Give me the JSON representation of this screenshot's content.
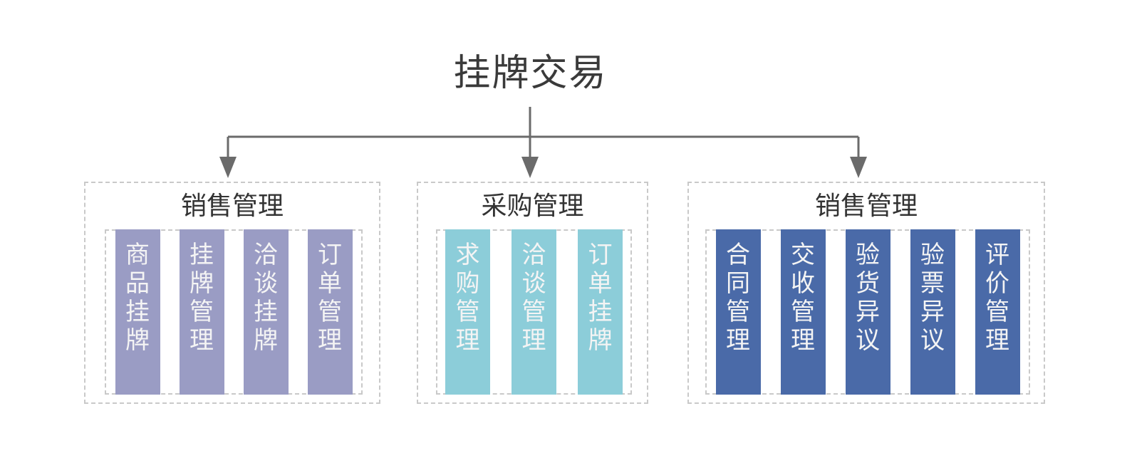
{
  "diagram": {
    "type": "hierarchy-tree",
    "root": {
      "label": "挂牌交易"
    },
    "connector": {
      "name": "bus-connector",
      "color": "#6b6b6b",
      "style": "solid",
      "arrow_count": 3,
      "arrow_direction": "down"
    },
    "groups": [
      {
        "id": "group-0",
        "title": "销售管理",
        "accent_color": "#9a9cc4",
        "items": [
          {
            "label": "商品挂牌",
            "chars": [
              "商",
              "品",
              "挂",
              "牌"
            ]
          },
          {
            "label": "挂牌管理",
            "chars": [
              "挂",
              "牌",
              "管",
              "理"
            ]
          },
          {
            "label": "洽谈挂牌",
            "chars": [
              "洽",
              "谈",
              "挂",
              "牌"
            ]
          },
          {
            "label": "订单管理",
            "chars": [
              "订",
              "单",
              "管",
              "理"
            ]
          }
        ]
      },
      {
        "id": "group-1",
        "title": "采购管理",
        "accent_color": "#8ccdd9",
        "items": [
          {
            "label": "求购管理",
            "chars": [
              "求",
              "购",
              "管",
              "理"
            ]
          },
          {
            "label": "洽谈管理",
            "chars": [
              "洽",
              "谈",
              "管",
              "理"
            ]
          },
          {
            "label": "订单挂牌",
            "chars": [
              "订",
              "单",
              "挂",
              "牌"
            ]
          }
        ]
      },
      {
        "id": "group-2",
        "title": "销售管理",
        "accent_color": "#4a6aa8",
        "items": [
          {
            "label": "合同管理",
            "chars": [
              "合",
              "同",
              "管",
              "理"
            ]
          },
          {
            "label": "交收管理",
            "chars": [
              "交",
              "收",
              "管",
              "理"
            ]
          },
          {
            "label": "验货异议",
            "chars": [
              "验",
              "货",
              "异",
              "议"
            ]
          },
          {
            "label": "验票异议",
            "chars": [
              "验",
              "票",
              "异",
              "议"
            ]
          },
          {
            "label": "评价管理",
            "chars": [
              "评",
              "价",
              "管",
              "理"
            ]
          }
        ]
      }
    ],
    "colors": {
      "background": "#ffffff",
      "title_text": "#3a3a3a",
      "group_title_text": "#333333",
      "dashed_border": "#c9c9c9",
      "bar_text": "#f4f4f4",
      "connector": "#6b6b6b"
    }
  }
}
